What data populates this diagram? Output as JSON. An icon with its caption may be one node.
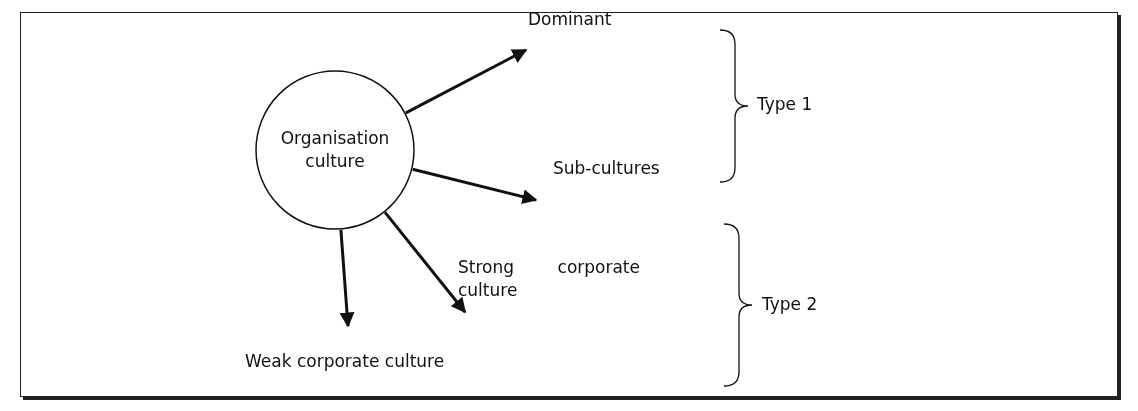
{
  "diagram": {
    "nodes": [
      {
        "text": [
          "Organisation culture"
        ]
      },
      {
        "text": [
          "Dominant"
        ]
      },
      {
        "text": [
          "Sub-cultures"
        ]
      },
      {
        "text": [
          "Strong corporate culture"
        ]
      },
      {
        "text": [
          "Weak corporate culture"
        ]
      }
    ],
    "edges": [
      {
        "from": 0,
        "to": 1,
        "arrow": "to"
      },
      {
        "from": 0,
        "to": 2,
        "arrow": "to"
      },
      {
        "from": 0,
        "to": 3,
        "arrow": "to"
      },
      {
        "from": 0,
        "to": 4,
        "arrow": "to"
      }
    ],
    "labels": [
      "Type 1",
      "Type 2"
    ]
  }
}
